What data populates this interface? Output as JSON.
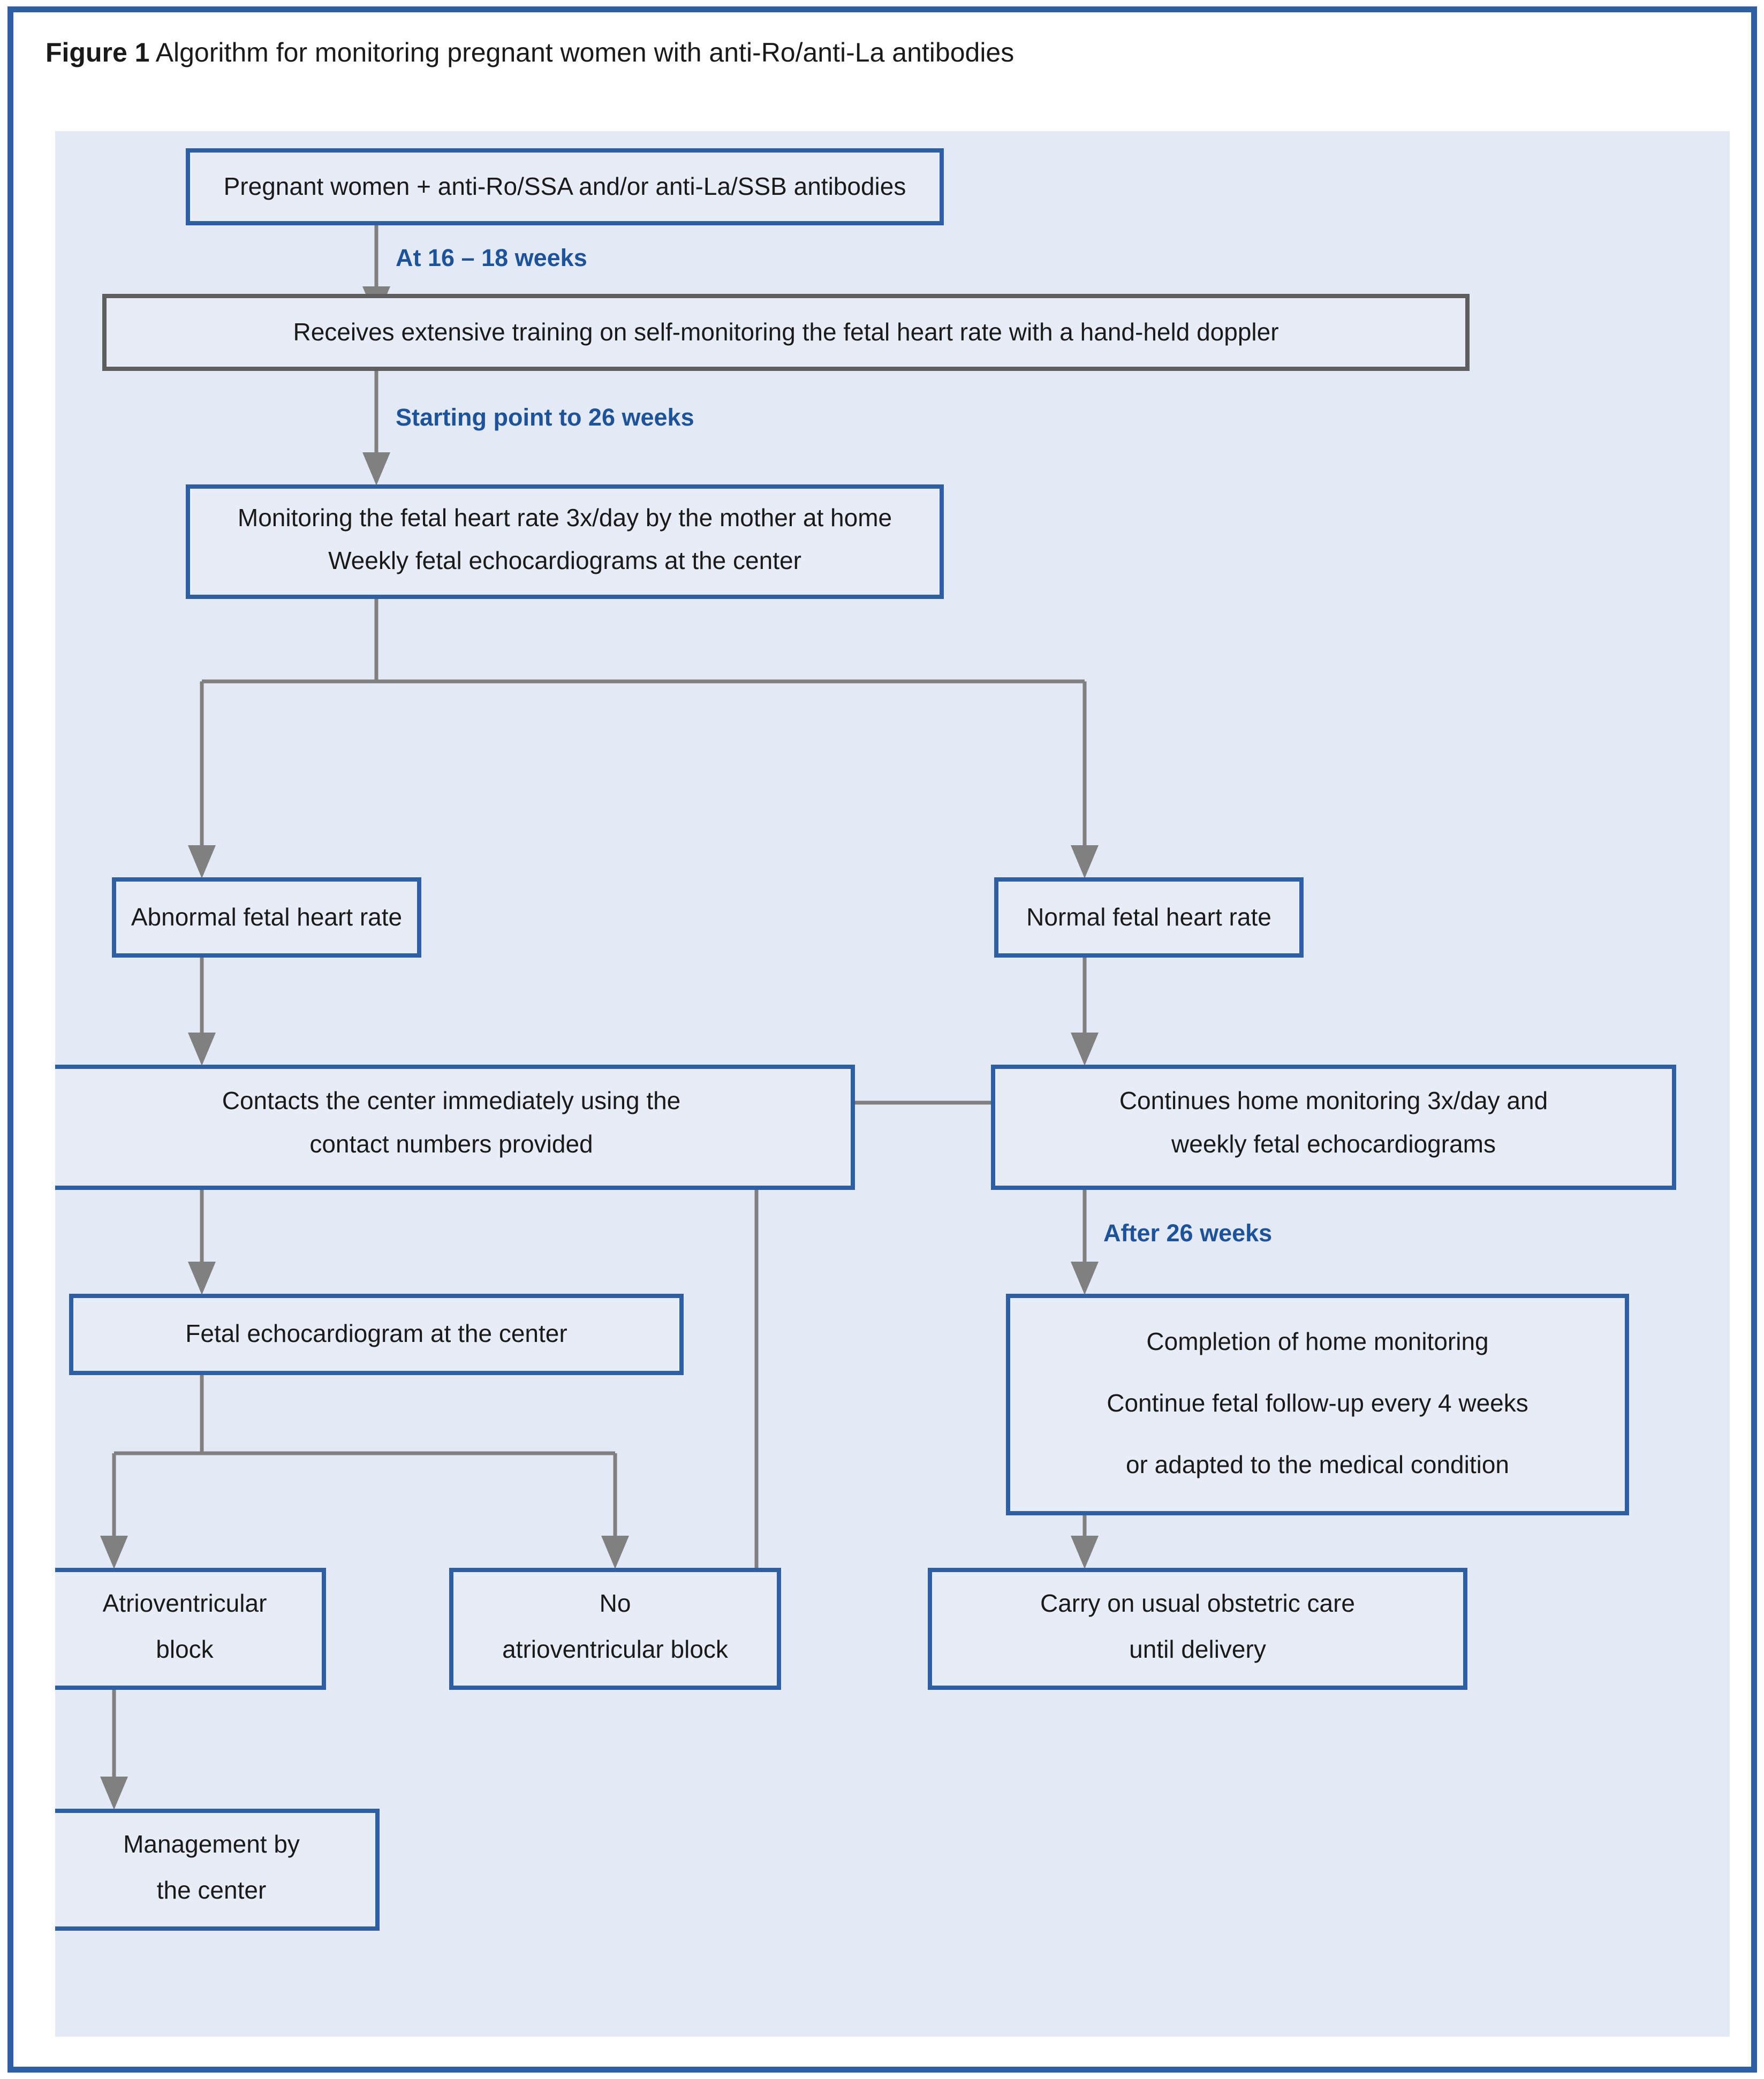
{
  "figure": {
    "label": "Figure 1",
    "caption": " Algorithm for monitoring pregnant women with anti-Ro/anti-La antibodies"
  },
  "colors": {
    "frame_blue": "#2f5fa3",
    "panel_bg": "#e3e9f5",
    "box_border_blue": "#2f5fa3",
    "box_border_gray": "#5e5e5e",
    "box_fill": "#e7ecf7",
    "connector_gray": "#808080",
    "edge_label_blue": "#1f5399",
    "text_black": "#1a1a1a"
  },
  "nodes": {
    "start": {
      "lines": [
        "Pregnant women + anti-Ro/SSA and/or anti-La/SSB antibodies"
      ],
      "border": "blue"
    },
    "training": {
      "lines": [
        "Receives extensive training on self-monitoring the fetal heart rate with a hand-held doppler"
      ],
      "border": "gray"
    },
    "monitoring": {
      "lines": [
        "Monitoring the fetal heart rate 3x/day by the mother at home",
        "Weekly fetal echocardiograms at the center"
      ],
      "border": "blue"
    },
    "abnormal_fhr": {
      "lines": [
        "Abnormal fetal heart rate"
      ],
      "border": "blue"
    },
    "normal_fhr": {
      "lines": [
        "Normal fetal heart rate"
      ],
      "border": "blue"
    },
    "contacts_center": {
      "lines": [
        "Contacts the center immediately using the",
        "contact numbers provided"
      ],
      "border": "blue"
    },
    "continues_home": {
      "lines": [
        "Continues home monitoring 3x/day and",
        "weekly fetal echocardiograms"
      ],
      "border": "blue"
    },
    "fetal_echo": {
      "lines": [
        "Fetal echocardiogram at the center"
      ],
      "border": "blue"
    },
    "completion": {
      "lines": [
        "Completion of home monitoring",
        "Continue fetal follow-up every 4 weeks",
        "or adapted to the medical condition"
      ],
      "border": "blue"
    },
    "av_block": {
      "lines": [
        "Atrioventricular",
        "block"
      ],
      "border": "blue"
    },
    "no_av_block": {
      "lines": [
        "No",
        "atrioventricular block"
      ],
      "border": "blue"
    },
    "usual_care": {
      "lines": [
        "Carry on usual obstetric care",
        "until delivery"
      ],
      "border": "blue"
    },
    "management": {
      "lines": [
        "Management by",
        "the center"
      ],
      "border": "blue"
    }
  },
  "edge_labels": {
    "at_16_18_weeks": "At 16 – 18 weeks",
    "starting_point_to_26_weeks": "Starting point to 26 weeks",
    "after_26_weeks": "After 26 weeks"
  },
  "chart_data": {
    "type": "diagram",
    "title": "Algorithm for monitoring pregnant women with anti-Ro/anti-La antibodies",
    "nodes": [
      {
        "id": "start",
        "text": "Pregnant women + anti-Ro/SSA and/or anti-La/SSB antibodies"
      },
      {
        "id": "training",
        "text": "Receives extensive training on self-monitoring the fetal heart rate with a hand-held doppler"
      },
      {
        "id": "monitoring",
        "text": "Monitoring the fetal heart rate 3x/day by the mother at home / Weekly fetal echocardiograms at the center"
      },
      {
        "id": "abnormal_fhr",
        "text": "Abnormal fetal heart rate"
      },
      {
        "id": "normal_fhr",
        "text": "Normal fetal heart rate"
      },
      {
        "id": "contacts_center",
        "text": "Contacts the center immediately using the contact numbers provided"
      },
      {
        "id": "continues_home",
        "text": "Continues home monitoring 3x/day and weekly fetal echocardiograms"
      },
      {
        "id": "fetal_echo",
        "text": "Fetal echocardiogram at the center"
      },
      {
        "id": "completion",
        "text": "Completion of home monitoring / Continue fetal follow-up every 4 weeks or adapted to the medical condition"
      },
      {
        "id": "av_block",
        "text": "Atrioventricular block"
      },
      {
        "id": "no_av_block",
        "text": "No atrioventricular block"
      },
      {
        "id": "usual_care",
        "text": "Carry on usual obstetric care until delivery"
      },
      {
        "id": "management",
        "text": "Management by the center"
      }
    ],
    "edges": [
      {
        "from": "start",
        "to": "training",
        "label": "At 16 – 18 weeks"
      },
      {
        "from": "training",
        "to": "monitoring",
        "label": "Starting point to 26 weeks"
      },
      {
        "from": "monitoring",
        "to": "abnormal_fhr",
        "label": ""
      },
      {
        "from": "monitoring",
        "to": "normal_fhr",
        "label": ""
      },
      {
        "from": "abnormal_fhr",
        "to": "contacts_center",
        "label": ""
      },
      {
        "from": "normal_fhr",
        "to": "continues_home",
        "label": ""
      },
      {
        "from": "contacts_center",
        "to": "fetal_echo",
        "label": ""
      },
      {
        "from": "continues_home",
        "to": "completion",
        "label": "After 26 weeks"
      },
      {
        "from": "fetal_echo",
        "to": "av_block",
        "label": ""
      },
      {
        "from": "fetal_echo",
        "to": "no_av_block",
        "label": ""
      },
      {
        "from": "completion",
        "to": "usual_care",
        "label": ""
      },
      {
        "from": "av_block",
        "to": "management",
        "label": ""
      },
      {
        "from": "no_av_block",
        "to": "continues_home",
        "label": ""
      }
    ]
  }
}
